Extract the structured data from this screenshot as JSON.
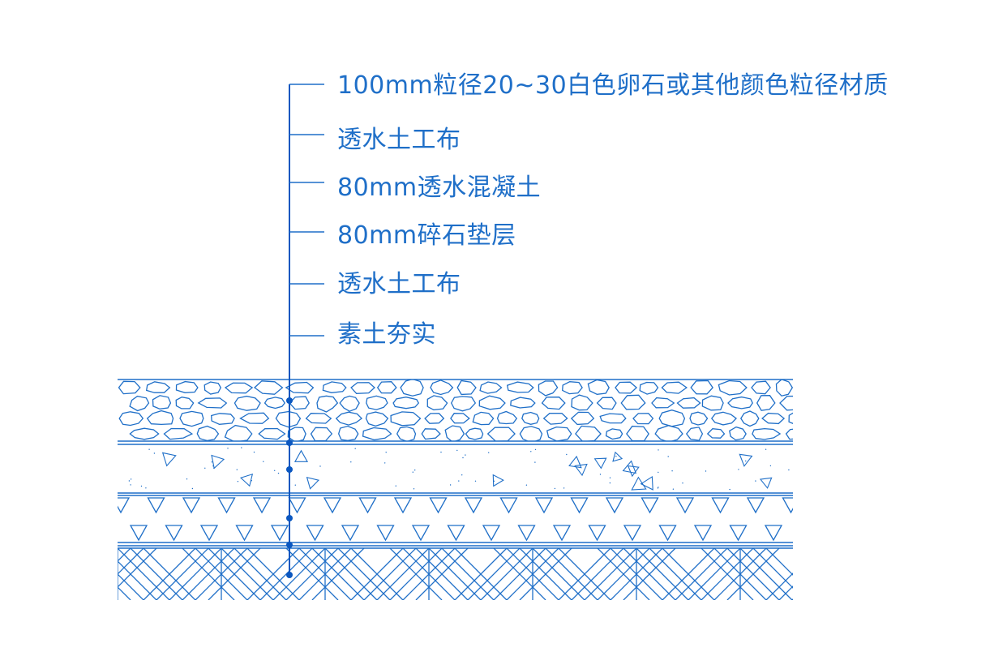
{
  "diagram": {
    "layers": [
      {
        "id": "pebble",
        "label": "100mm粒径20~30白色卵石或其他颜色粒径材质"
      },
      {
        "id": "geotextile-top",
        "label": "透水土工布"
      },
      {
        "id": "permeable-concrete",
        "label": "80mm透水混凝土"
      },
      {
        "id": "gravel-cushion",
        "label": "80mm碎石垫层"
      },
      {
        "id": "geotextile-bottom",
        "label": "透水土工布"
      },
      {
        "id": "compacted-soil",
        "label": "素土夯实"
      }
    ],
    "colors": {
      "line": "#1f6fc8",
      "dot": "#0b57c0",
      "text": "#1f6fc8"
    }
  }
}
